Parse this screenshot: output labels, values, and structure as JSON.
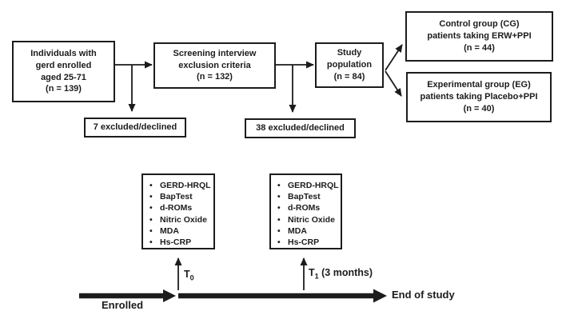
{
  "figure": {
    "background_color": "#ffffff",
    "ink_color": "#1c1c1c"
  },
  "flowchart": {
    "enrollment_box": [
      "Individuals with",
      "gerd enrolled",
      "aged 25-71",
      "(n = 139)"
    ],
    "screening_box": [
      "Screening interview",
      "exclusion criteria",
      "(n = 132)"
    ],
    "study_population_box": [
      "Study",
      "population",
      "(n = 84)"
    ],
    "control_group_box": [
      "Control group (CG)",
      "patients taking ERW+PPI",
      "(n = 44)"
    ],
    "experimental_group_box": [
      "Experimental group (EG)",
      "patients taking Placebo+PPI",
      "(n = 40)"
    ],
    "excluded_after_enrollment": "7 excluded/declined",
    "excluded_after_screening": "38 excluded/declined"
  },
  "timeline": {
    "t0_assessments": [
      "GERD-HRQL",
      "BapTest",
      "d-ROMs",
      "Nitric Oxide",
      "MDA",
      "Hs-CRP"
    ],
    "t1_assessments": [
      "GERD-HRQL",
      "BapTest",
      "d-ROMs",
      "Nitric Oxide",
      "MDA",
      "Hs-CRP"
    ],
    "t0": {
      "base": "T",
      "sub": "0",
      "rest": ""
    },
    "t1": {
      "base": "T",
      "sub": "1",
      "rest": " (3 months)"
    },
    "start_label": "Enrolled",
    "end_label": "End of study"
  }
}
